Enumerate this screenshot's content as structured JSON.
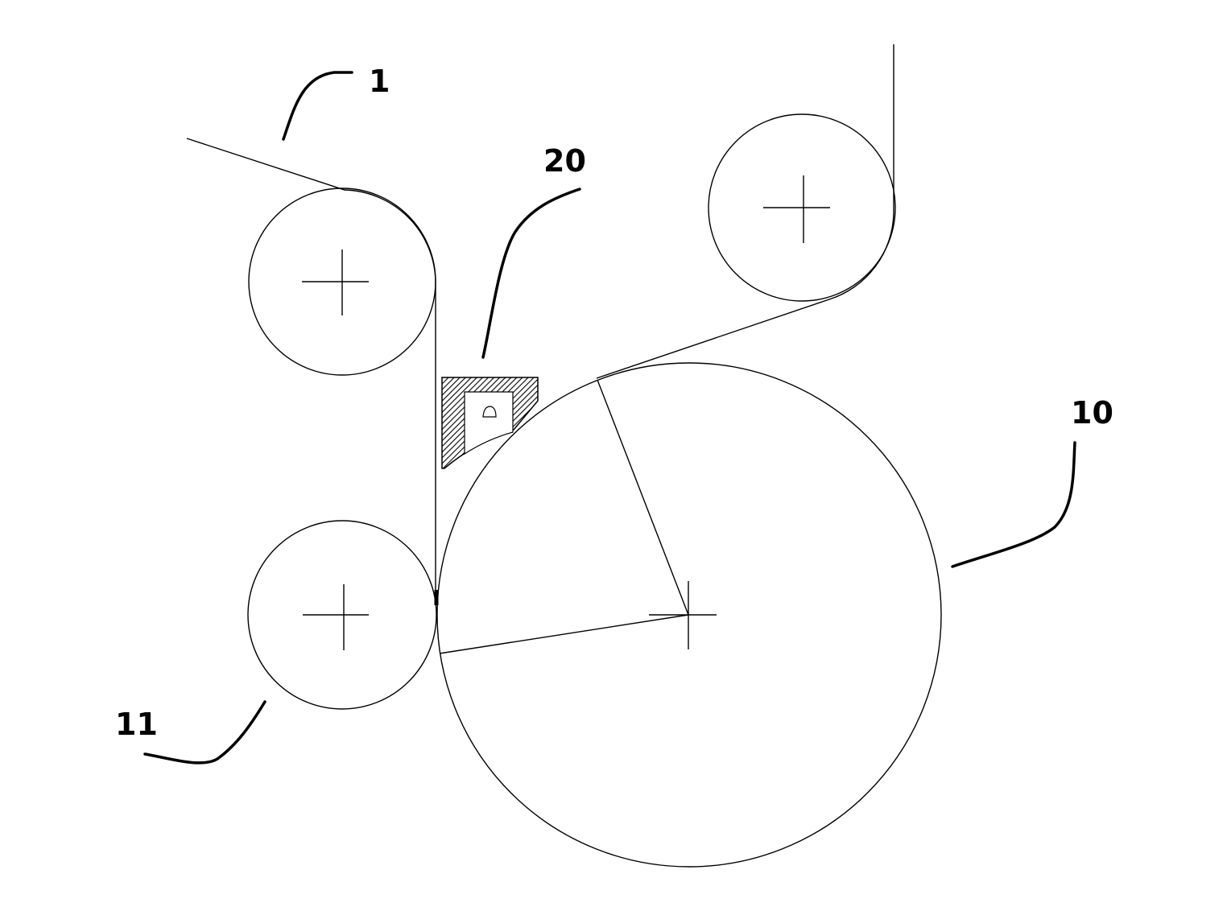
{
  "labels": {
    "web": "1",
    "nozzle": "20",
    "main_roll": "10",
    "nip_roll": "11"
  }
}
